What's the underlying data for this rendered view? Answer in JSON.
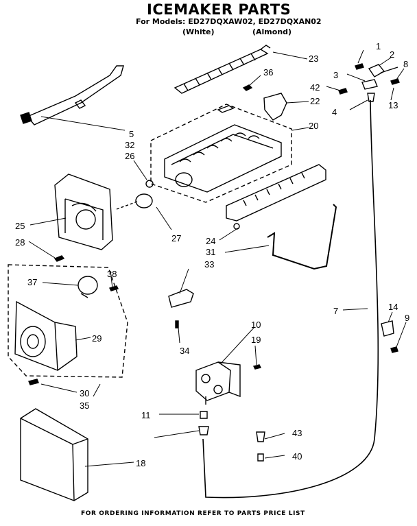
{
  "title": "ICEMAKER PARTS",
  "models_line": "For Models: ED27DQXAW02, ED27DQXAN02",
  "white_label": "(White)",
  "almond_label": "(Almond)",
  "footer": "FOR ORDERING INFORMATION REFER TO PARTS PRICE LIST",
  "callouts": [
    "1",
    "2",
    "3",
    "4",
    "5",
    "7",
    "8",
    "9",
    "10",
    "11",
    "13",
    "14",
    "18",
    "19",
    "20",
    "22",
    "23",
    "24",
    "25",
    "26",
    "27",
    "28",
    "29",
    "30",
    "31",
    "32",
    "33",
    "34",
    "35",
    "36",
    "37",
    "38",
    "40",
    "42",
    "43"
  ]
}
